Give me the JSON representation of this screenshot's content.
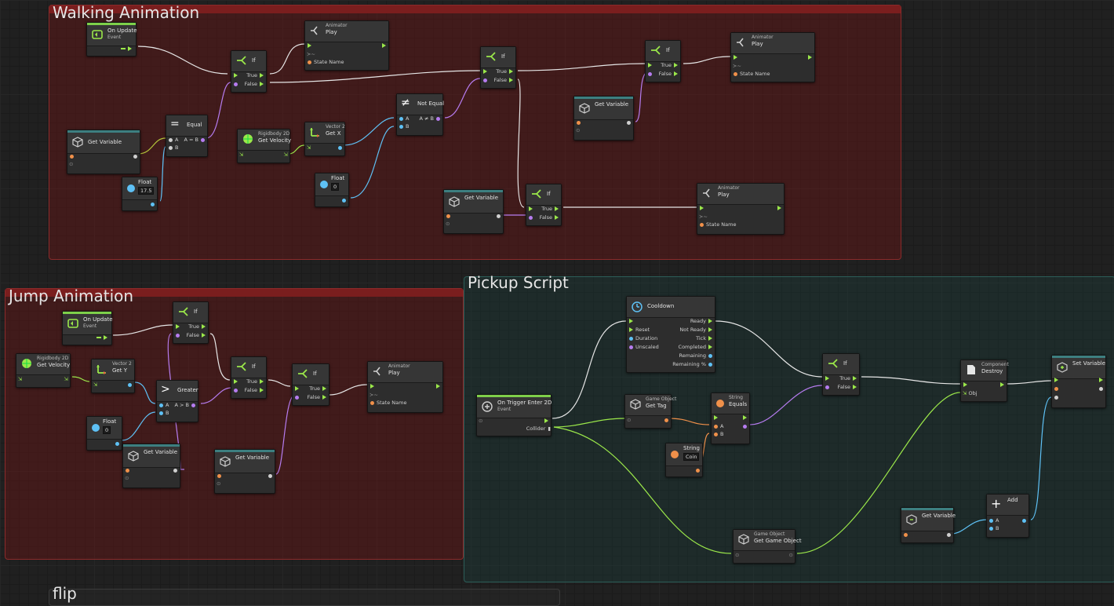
{
  "colors": {
    "flow": "#9be84a",
    "float": "#5ec1f5",
    "string": "#f0904a",
    "bool": "#b67cf0",
    "object": "#d0d0d0",
    "vector": "#9be84a",
    "group_red": "#7a1e1e",
    "group_teal": "#2b5d58"
  },
  "groups": {
    "walking": "Walking Animation",
    "jump": "Jump Animation",
    "pickup": "Pickup Script",
    "flip": "flip"
  },
  "walking": {
    "on_update": {
      "title": "On Update",
      "sub": "Event"
    },
    "if1": {
      "title": "If",
      "true_label": "True",
      "false_label": "False"
    },
    "play1": {
      "cat": "Animator",
      "title": "Play",
      "state": "State Name"
    },
    "get_var1": {
      "title": "Get Variable"
    },
    "equal": {
      "title": "Equal",
      "a": "A",
      "ab": "A = B",
      "b": "B"
    },
    "float1": {
      "title": "Float",
      "value": "17.5"
    },
    "rigidbody": {
      "cat": "Rigidbody 2D",
      "title": "Get Velocity"
    },
    "vec_x": {
      "cat": "Vector 2",
      "title": "Get X"
    },
    "not_equal": {
      "title": "Not Equal",
      "a": "A",
      "ab": "A ≠ B",
      "b": "B"
    },
    "float2": {
      "title": "Float",
      "value": "0"
    },
    "if2": {
      "title": "If",
      "true_label": "True",
      "false_label": "False"
    },
    "if3": {
      "title": "If",
      "true_label": "True",
      "false_label": "False"
    },
    "play2": {
      "cat": "Animator",
      "title": "Play",
      "state": "State Name"
    },
    "get_var2": {
      "title": "Get Variable"
    },
    "get_var3": {
      "title": "Get Variable"
    },
    "if4": {
      "title": "If",
      "true_label": "True",
      "false_label": "False"
    },
    "play3": {
      "cat": "Animator",
      "title": "Play",
      "state": "State Name"
    }
  },
  "jump": {
    "on_update": {
      "title": "On Update",
      "sub": "Event"
    },
    "if1": {
      "title": "If",
      "true_label": "True",
      "false_label": "False"
    },
    "rigidbody": {
      "cat": "Rigidbody 2D",
      "title": "Get Velocity"
    },
    "vec_y": {
      "cat": "Vector 2",
      "title": "Get Y"
    },
    "greater": {
      "title": "Greater",
      "a": "A",
      "ab": "A > B",
      "b": "B"
    },
    "float": {
      "title": "Float",
      "value": "0"
    },
    "get_var1": {
      "title": "Get Variable"
    },
    "get_var2": {
      "title": "Get Variable"
    },
    "if2": {
      "title": "If",
      "true_label": "True",
      "false_label": "False"
    },
    "if3": {
      "title": "If",
      "true_label": "True",
      "false_label": "False"
    },
    "play": {
      "cat": "Animator",
      "title": "Play",
      "state": "State Name"
    }
  },
  "pickup": {
    "trigger": {
      "title": "On Trigger Enter 2D",
      "sub": "Event",
      "collider": "Collider"
    },
    "cooldown": {
      "title": "Cooldown",
      "ready": "Ready",
      "not_ready": "Not Ready",
      "reset": "Reset",
      "duration": "Duration",
      "tick": "Tick",
      "unscaled": "Unscaled",
      "completed": "Completed",
      "remaining": "Remaining",
      "remaining_pct": "Remaining %"
    },
    "get_tag": {
      "cat": "Game Object",
      "title": "Get Tag"
    },
    "string_equals": {
      "cat": "String",
      "title": "Equals",
      "a": "A",
      "b": "B"
    },
    "string_coin": {
      "title": "String",
      "value": "Coin"
    },
    "if": {
      "title": "If",
      "true_label": "True",
      "false_label": "False"
    },
    "destroy": {
      "cat": "Component",
      "title": "Destroy",
      "obj": "Obj"
    },
    "set_var": {
      "title": "Set Variable"
    },
    "get_var": {
      "title": "Get Variable"
    },
    "add": {
      "title": "Add",
      "a": "A",
      "b": "B"
    },
    "get_go": {
      "cat": "Game Object",
      "title": "Get Game Object"
    }
  }
}
